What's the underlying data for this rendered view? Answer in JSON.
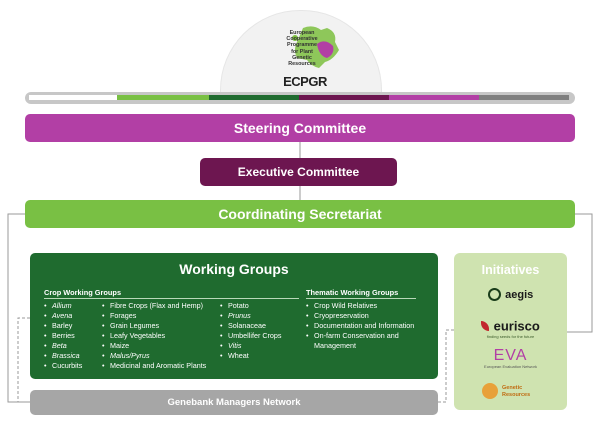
{
  "logo": {
    "text_lines": [
      "European",
      "Cooperative",
      "Programme",
      "for Plant",
      "Genetic",
      "Resources"
    ],
    "brand": "ECPGR"
  },
  "steering_committee": "Steering Committee",
  "executive_committee": "Executive Committee",
  "coordinating_secretariat": "Coordinating Secretariat",
  "working_groups": {
    "title": "Working Groups",
    "crop_heading": "Crop Working Groups",
    "crop_col1": [
      {
        "label": "Allium",
        "italic": true
      },
      {
        "label": "Avena",
        "italic": true
      },
      {
        "label": "Barley",
        "italic": false
      },
      {
        "label": "Berries",
        "italic": false
      },
      {
        "label": "Beta",
        "italic": true
      },
      {
        "label": "Brassica",
        "italic": true
      },
      {
        "label": "Cucurbits",
        "italic": false
      }
    ],
    "crop_col2": [
      {
        "label": "Fibre Crops (Flax and Hemp)",
        "italic": false
      },
      {
        "label": "Forages",
        "italic": false
      },
      {
        "label": "Grain Legumes",
        "italic": false
      },
      {
        "label": "Leafy Vegetables",
        "italic": false
      },
      {
        "label": "Maize",
        "italic": false
      },
      {
        "label": "Malus/Pyrus",
        "italic": true
      },
      {
        "label": "Medicinal and Aromatic Plants",
        "italic": false
      }
    ],
    "crop_col3": [
      {
        "label": "Potato",
        "italic": false
      },
      {
        "label": "Prunus",
        "italic": true
      },
      {
        "label": "Solanaceae",
        "italic": false
      },
      {
        "label": "Umbellifer Crops",
        "italic": false
      },
      {
        "label": "Vitis",
        "italic": true
      },
      {
        "label": "Wheat",
        "italic": false
      }
    ],
    "thematic_heading": "Thematic Working Groups",
    "thematic_items": [
      "Crop Wild Relatives",
      "Cryopreservation",
      "Documentation and Information",
      "On-farm Conservation and Management"
    ]
  },
  "initiatives": {
    "title": "Initiatives",
    "aegis": "aegis",
    "eurisco": "eurisco",
    "eurisco_tagline": "finding seeds for the future",
    "eva": "EVA",
    "eva_tagline": "European Evaluation Network",
    "genetic_resources": "Genetic Resources"
  },
  "genebank_network": "Genebank Managers Network",
  "colors": {
    "steering": "#b23fa5",
    "executive": "#6d1650",
    "coordinating": "#79c044",
    "working_groups": "#1f6b2f",
    "initiatives": "#cfe3b0",
    "genebank": "#a6a6a6",
    "ruler_grey": "#c7c7c7"
  }
}
